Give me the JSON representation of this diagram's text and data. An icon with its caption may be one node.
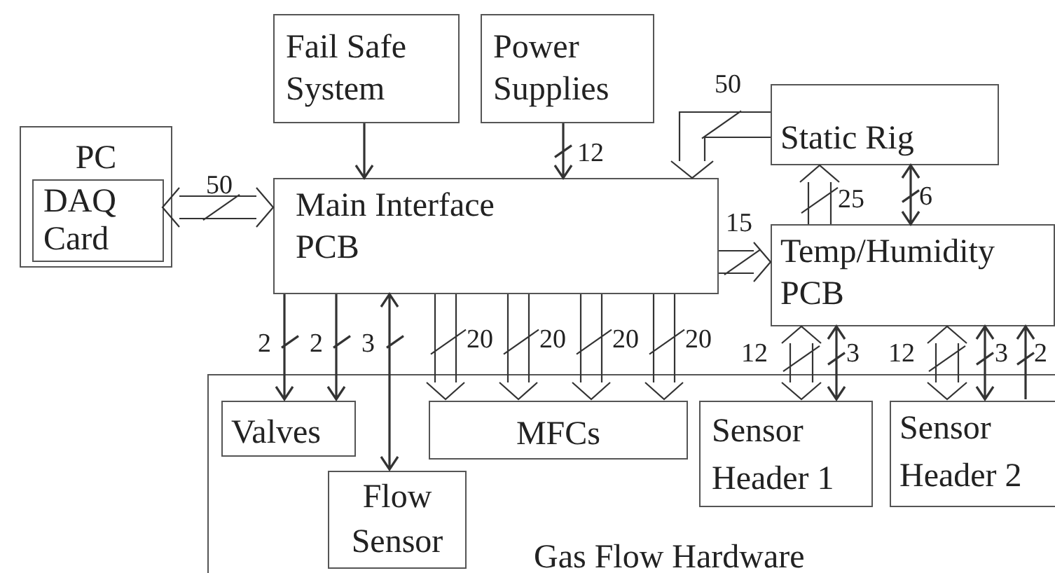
{
  "diagram": {
    "nodes": [
      {
        "text": [
          "PC"
        ]
      },
      {
        "text": [
          "DAQ Card"
        ],
        "in": 0
      },
      {
        "text": [
          "Fail Safe System"
        ]
      },
      {
        "text": [
          "Power Supplies"
        ]
      },
      {
        "text": [
          "Main Interface PCB"
        ]
      },
      {
        "text": [
          "Static Rig"
        ]
      },
      {
        "text": [
          "Temp/Humidity PCB"
        ]
      },
      {
        "text": [
          "Gas Flow Hardware"
        ]
      },
      {
        "text": [
          "Valves"
        ],
        "in": 7
      },
      {
        "text": [
          "MFCs"
        ],
        "in": 7
      },
      {
        "text": [
          "Flow Sensor"
        ],
        "in": 7
      },
      {
        "text": [
          "Sensor Header 1"
        ],
        "in": 7
      },
      {
        "text": [
          "Sensor Header 2"
        ],
        "in": 7
      }
    ],
    "edges": [
      {
        "from": 1,
        "to": 4,
        "arrow": "both",
        "label": "50"
      },
      {
        "from": 2,
        "to": 4,
        "arrow": "to"
      },
      {
        "from": 3,
        "to": 4,
        "arrow": "to",
        "label": "12"
      },
      {
        "from": 5,
        "to": 4,
        "arrow": "to",
        "label": "50"
      },
      {
        "from": 4,
        "to": 6,
        "arrow": "to",
        "label": "15"
      },
      {
        "from": 6,
        "to": 5,
        "arrow": "to",
        "label": "25"
      },
      {
        "from": 5,
        "to": 6,
        "arrow": "both",
        "label": "6"
      },
      {
        "from": 4,
        "to": 8,
        "arrow": "to",
        "label": "2"
      },
      {
        "from": 4,
        "to": 8,
        "arrow": "to",
        "label": "2"
      },
      {
        "from": 4,
        "to": 10,
        "arrow": "both",
        "label": "3"
      },
      {
        "from": 4,
        "to": 9,
        "arrow": "to",
        "label": "20"
      },
      {
        "from": 4,
        "to": 9,
        "arrow": "to",
        "label": "20"
      },
      {
        "from": 4,
        "to": 9,
        "arrow": "to",
        "label": "20"
      },
      {
        "from": 4,
        "to": 9,
        "arrow": "to",
        "label": "20"
      },
      {
        "from": 6,
        "to": 11,
        "arrow": "both",
        "label": "12"
      },
      {
        "from": 6,
        "to": 11,
        "arrow": "both",
        "label": "3"
      },
      {
        "from": 6,
        "to": 12,
        "arrow": "both",
        "label": "12"
      },
      {
        "from": 6,
        "to": 12,
        "arrow": "both",
        "label": "3"
      },
      {
        "from": 12,
        "to": 6,
        "arrow": "to",
        "label": "2"
      }
    ]
  }
}
